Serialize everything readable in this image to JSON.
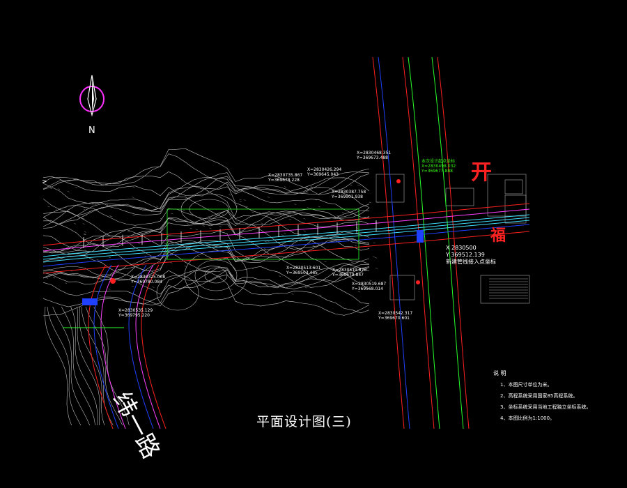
{
  "drawing": {
    "title": "平面设计图(三)",
    "north_label": "N",
    "road_name": "纬一路",
    "big_text_top": "开",
    "big_text_right": "福",
    "side_mark": ">",
    "colors": {
      "background": "#000000",
      "contour": "#cfcfcf",
      "road_red": "#ff2020",
      "road_green": "#28ff28",
      "road_blue": "#2040ff",
      "road_cyan": "#40e0ff",
      "road_magenta": "#ff40ff",
      "compass": "#ff30ff"
    }
  },
  "coordinates": {
    "c1": {
      "x": "X=2830468.351",
      "y": "Y=369673.488"
    },
    "c2": {
      "x": "X=2830426.294",
      "y": "Y=369645.043"
    },
    "c3": {
      "x": "X=2830735.867",
      "y": "Y=369678.228"
    },
    "c4": {
      "x": "X=2830387.758",
      "y": "Y=369901.938"
    },
    "c5": {
      "x": "X=2830513.601",
      "y": "Y=369503.465"
    },
    "c6": {
      "x": "X=2830519.870",
      "y": "Y=369679.847"
    },
    "c7": {
      "x": "X=2830519.687",
      "y": "Y=369568.014"
    },
    "c8": {
      "x": "X=2830325.008",
      "y": "Y=369780.084"
    },
    "c9": {
      "x": "X=2830535.129",
      "y": "Y=369795.220"
    },
    "c10": {
      "x": "X=2830542.317",
      "y": "Y=369670.601"
    },
    "green": {
      "x": "X=2830498.032",
      "y": "Y=369677.888",
      "label": "本次设计起点坐标"
    },
    "right": {
      "x": "X 2830500",
      "y": "Y 369512.139",
      "label": "新建管线接入点坐标"
    }
  },
  "notes": {
    "header": "说 明",
    "items": [
      "1、本图尺寸单位为米。",
      "2、高程系统采用国家85高程系统。",
      "3、坐标系统采用当地工程独立坐标系统。",
      "4、本图比例为1:1000。"
    ]
  }
}
